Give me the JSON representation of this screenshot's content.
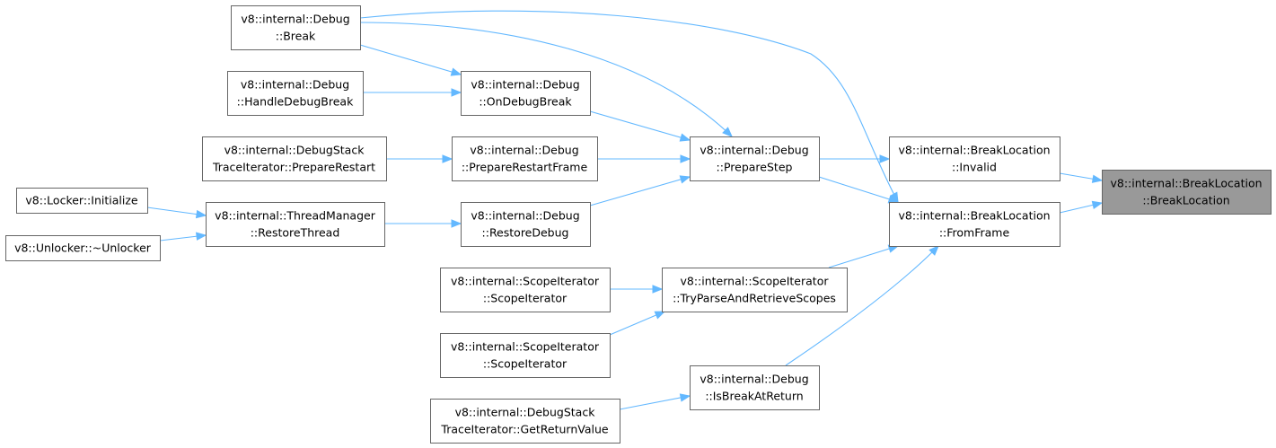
{
  "diagram": {
    "title": "",
    "focus_node": "breaklocation-ctor",
    "nodes": [
      {
        "id": "breaklocation-ctor",
        "lines": [
          "v8::internal::BreakLocation",
          "::BreakLocation"
        ]
      },
      {
        "id": "breaklocation-invalid",
        "lines": [
          "v8::internal::BreakLocation",
          "::Invalid"
        ]
      },
      {
        "id": "breaklocation-fromframe",
        "lines": [
          "v8::internal::BreakLocation",
          "::FromFrame"
        ]
      },
      {
        "id": "debug-preparestep",
        "lines": [
          "v8::internal::Debug",
          "::PrepareStep"
        ]
      },
      {
        "id": "debug-break",
        "lines": [
          "v8::internal::Debug",
          "::Break"
        ]
      },
      {
        "id": "debug-ondebugbreak",
        "lines": [
          "v8::internal::Debug",
          "::OnDebugBreak"
        ]
      },
      {
        "id": "debug-handledebugbreak",
        "lines": [
          "v8::internal::Debug",
          "::HandleDebugBreak"
        ]
      },
      {
        "id": "debug-preparerestartframe",
        "lines": [
          "v8::internal::Debug",
          "::PrepareRestartFrame"
        ]
      },
      {
        "id": "debugstack-preparerestart",
        "lines": [
          "v8::internal::DebugStack",
          "TraceIterator::PrepareRestart"
        ]
      },
      {
        "id": "debug-restoredebug",
        "lines": [
          "v8::internal::Debug",
          "::RestoreDebug"
        ]
      },
      {
        "id": "threadmanager-restorethread",
        "lines": [
          "v8::internal::ThreadManager",
          "::RestoreThread"
        ]
      },
      {
        "id": "locker-initialize",
        "lines": [
          "v8::Locker::Initialize"
        ]
      },
      {
        "id": "unlocker-dtor",
        "lines": [
          "v8::Unlocker::~Unlocker"
        ]
      },
      {
        "id": "scopeiterator-tryparse",
        "lines": [
          "v8::internal::ScopeIterator",
          "::TryParseAndRetrieveScopes"
        ]
      },
      {
        "id": "scopeiterator-ctor-1",
        "lines": [
          "v8::internal::ScopeIterator",
          "::ScopeIterator"
        ]
      },
      {
        "id": "scopeiterator-ctor-2",
        "lines": [
          "v8::internal::ScopeIterator",
          "::ScopeIterator"
        ]
      },
      {
        "id": "debug-isbreakatreturn",
        "lines": [
          "v8::internal::Debug",
          "::IsBreakAtReturn"
        ]
      },
      {
        "id": "debugstack-getreturnvalue",
        "lines": [
          "v8::internal::DebugStack",
          "TraceIterator::GetReturnValue"
        ]
      }
    ],
    "edges": [
      {
        "from": "breaklocation-invalid",
        "to": "breaklocation-ctor"
      },
      {
        "from": "breaklocation-fromframe",
        "to": "breaklocation-ctor"
      },
      {
        "from": "debug-preparestep",
        "to": "breaklocation-invalid"
      },
      {
        "from": "debug-preparestep",
        "to": "breaklocation-fromframe"
      },
      {
        "from": "debug-break",
        "to": "breaklocation-fromframe"
      },
      {
        "from": "debug-break",
        "to": "debug-preparestep"
      },
      {
        "from": "debug-break",
        "to": "debug-ondebugbreak"
      },
      {
        "from": "debug-ondebugbreak",
        "to": "debug-preparestep"
      },
      {
        "from": "debug-handledebugbreak",
        "to": "debug-ondebugbreak"
      },
      {
        "from": "debug-preparerestartframe",
        "to": "debug-preparestep"
      },
      {
        "from": "debugstack-preparerestart",
        "to": "debug-preparerestartframe"
      },
      {
        "from": "debug-restoredebug",
        "to": "debug-preparestep"
      },
      {
        "from": "threadmanager-restorethread",
        "to": "debug-restoredebug"
      },
      {
        "from": "locker-initialize",
        "to": "threadmanager-restorethread"
      },
      {
        "from": "unlocker-dtor",
        "to": "threadmanager-restorethread"
      },
      {
        "from": "scopeiterator-tryparse",
        "to": "breaklocation-fromframe"
      },
      {
        "from": "scopeiterator-ctor-1",
        "to": "scopeiterator-tryparse"
      },
      {
        "from": "scopeiterator-ctor-2",
        "to": "scopeiterator-tryparse"
      },
      {
        "from": "debug-isbreakatreturn",
        "to": "breaklocation-fromframe"
      },
      {
        "from": "debugstack-getreturnvalue",
        "to": "debug-isbreakatreturn"
      }
    ],
    "colors": {
      "edge": "#63b8ff",
      "node_border": "#666666",
      "node_fill": "#ffffff",
      "focus_fill": "#999999"
    }
  }
}
